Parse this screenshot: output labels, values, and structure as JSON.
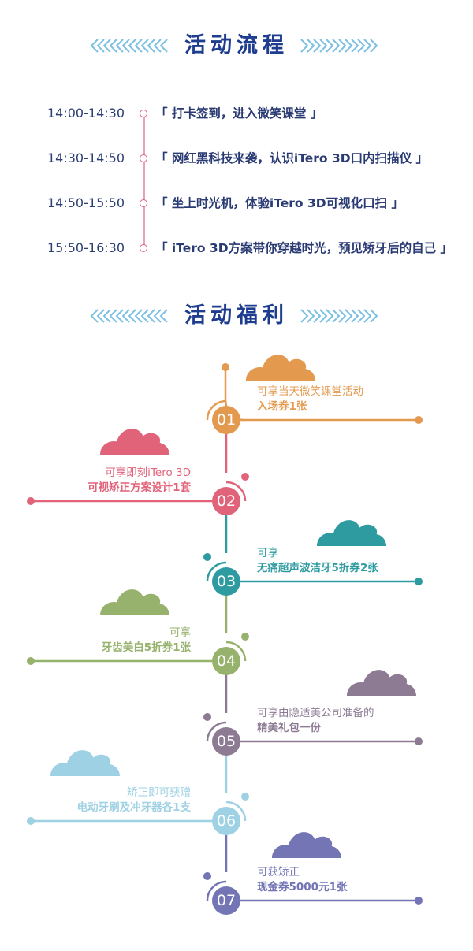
{
  "schedule_header": {
    "title": "活动流程"
  },
  "schedule": [
    {
      "time": "14:00-14:30",
      "text": "「 打卡签到，进入微笑课堂 」"
    },
    {
      "time": "14:30-14:50",
      "text": "「 网红黑科技来袭，认识iTero 3D口内扫描仪 」"
    },
    {
      "time": "14:50-15:50",
      "text": "「 坐上时光机，体验iTero 3D可视化口扫 」"
    },
    {
      "time": "15:50-16:30",
      "text": "「 iTero 3D方案带你穿越时光，预见矫牙后的自己 」"
    }
  ],
  "benefits_header": {
    "title": "活动福利"
  },
  "benefits": [
    {
      "num": "01",
      "line1": "可享当天微笑课堂活动",
      "line2": "入场券1张",
      "color": "#e39a4f",
      "side": "right"
    },
    {
      "num": "02",
      "line1": "可享即刻iTero 3D",
      "line2": "可视矫正方案设计1套",
      "color": "#e0637a",
      "side": "left"
    },
    {
      "num": "03",
      "line1": "可享",
      "line2": "无痛超声波洁牙5折券2张",
      "color": "#2e9ba1",
      "side": "right"
    },
    {
      "num": "04",
      "line1": "可享",
      "line2": "牙齿美白5折券1张",
      "color": "#96b26c",
      "side": "left"
    },
    {
      "num": "05",
      "line1": "可享由隐适美公司准备的",
      "line2": "精美礼包一份",
      "color": "#8d7b94",
      "side": "right"
    },
    {
      "num": "06",
      "line1": "矫正即可获赠",
      "line2": "电动牙刷及冲牙器各1支",
      "color": "#9ed1e3",
      "side": "left"
    },
    {
      "num": "07",
      "line1": "可获矫正",
      "line2": "现金券5000元1张",
      "color": "#7375b5",
      "side": "right"
    }
  ],
  "colors": {
    "header": "#1e3d8f",
    "chevron": "#7cc0e2",
    "timeline": "#e0608a"
  }
}
